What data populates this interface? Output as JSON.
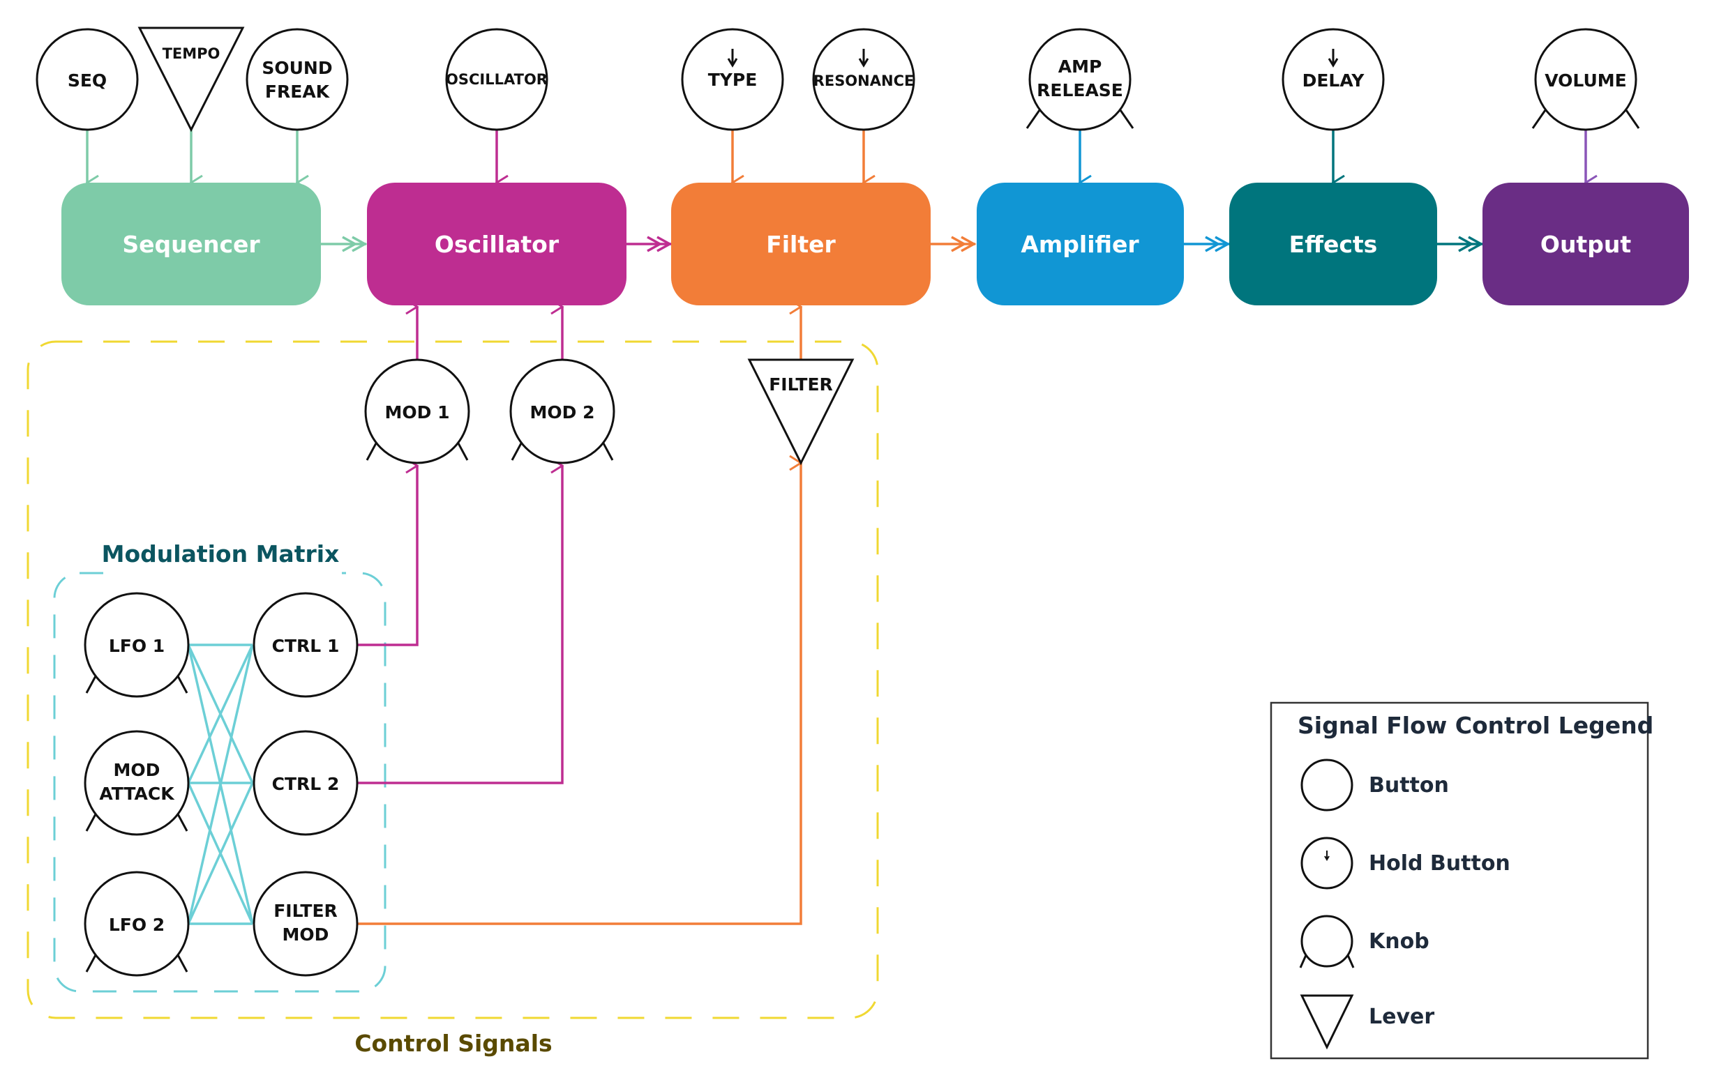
{
  "blocks": {
    "sequencer": {
      "label": "Sequencer",
      "color": "#7ecba8"
    },
    "oscillator": {
      "label": "Oscillator",
      "color": "#be2d91"
    },
    "filter": {
      "label": "Filter",
      "color": "#f27d38"
    },
    "amplifier": {
      "label": "Amplifier",
      "color": "#1196d4"
    },
    "effects": {
      "label": "Effects",
      "color": "#00757d"
    },
    "output": {
      "label": "Output",
      "color": "#6a2d85"
    }
  },
  "top_controls": {
    "seq": {
      "label": "SEQ",
      "type": "button"
    },
    "tempo": {
      "label": "TEMPO",
      "type": "lever"
    },
    "sound_freak": {
      "line1": "SOUND",
      "line2": "FREAK",
      "type": "button"
    },
    "oscillator": {
      "label": "OSCILLATOR",
      "type": "button"
    },
    "type": {
      "label": "TYPE",
      "type": "hold-button"
    },
    "resonance": {
      "label": "RESONANCE",
      "type": "hold-button"
    },
    "amp_release": {
      "line1": "AMP",
      "line2": "RELEASE",
      "type": "knob"
    },
    "delay": {
      "label": "DELAY",
      "type": "hold-button"
    },
    "volume": {
      "label": "VOLUME",
      "type": "knob"
    }
  },
  "modulation_controls": {
    "mod1": {
      "label": "MOD 1",
      "type": "knob"
    },
    "mod2": {
      "label": "MOD 2",
      "type": "knob"
    },
    "filter_lever": {
      "label": "FILTER",
      "type": "lever"
    }
  },
  "modulation_matrix": {
    "title": "Modulation Matrix",
    "color": "#6ccfd6",
    "sources": [
      {
        "line1": "LFO 1",
        "line2": "",
        "type": "knob"
      },
      {
        "line1": "MOD",
        "line2": "ATTACK",
        "type": "knob"
      },
      {
        "line1": "LFO 2",
        "line2": "",
        "type": "knob"
      }
    ],
    "destinations": [
      {
        "line1": "CTRL 1",
        "line2": "",
        "type": "button"
      },
      {
        "line1": "CTRL 2",
        "line2": "",
        "type": "button"
      },
      {
        "line1": "FILTER",
        "line2": "MOD",
        "type": "button"
      }
    ]
  },
  "control_signals": {
    "title": "Control Signals",
    "color": "#f0d832",
    "title_color": "#5a4a00"
  },
  "legend": {
    "title": "Signal Flow Control Legend",
    "items": [
      {
        "label": "Button",
        "icon": "button-icon"
      },
      {
        "label": "Hold Button",
        "icon": "hold-button-icon"
      },
      {
        "label": "Knob",
        "icon": "knob-icon"
      },
      {
        "label": "Lever",
        "icon": "lever-icon"
      }
    ]
  },
  "matrix_title_color": "#0b5560"
}
